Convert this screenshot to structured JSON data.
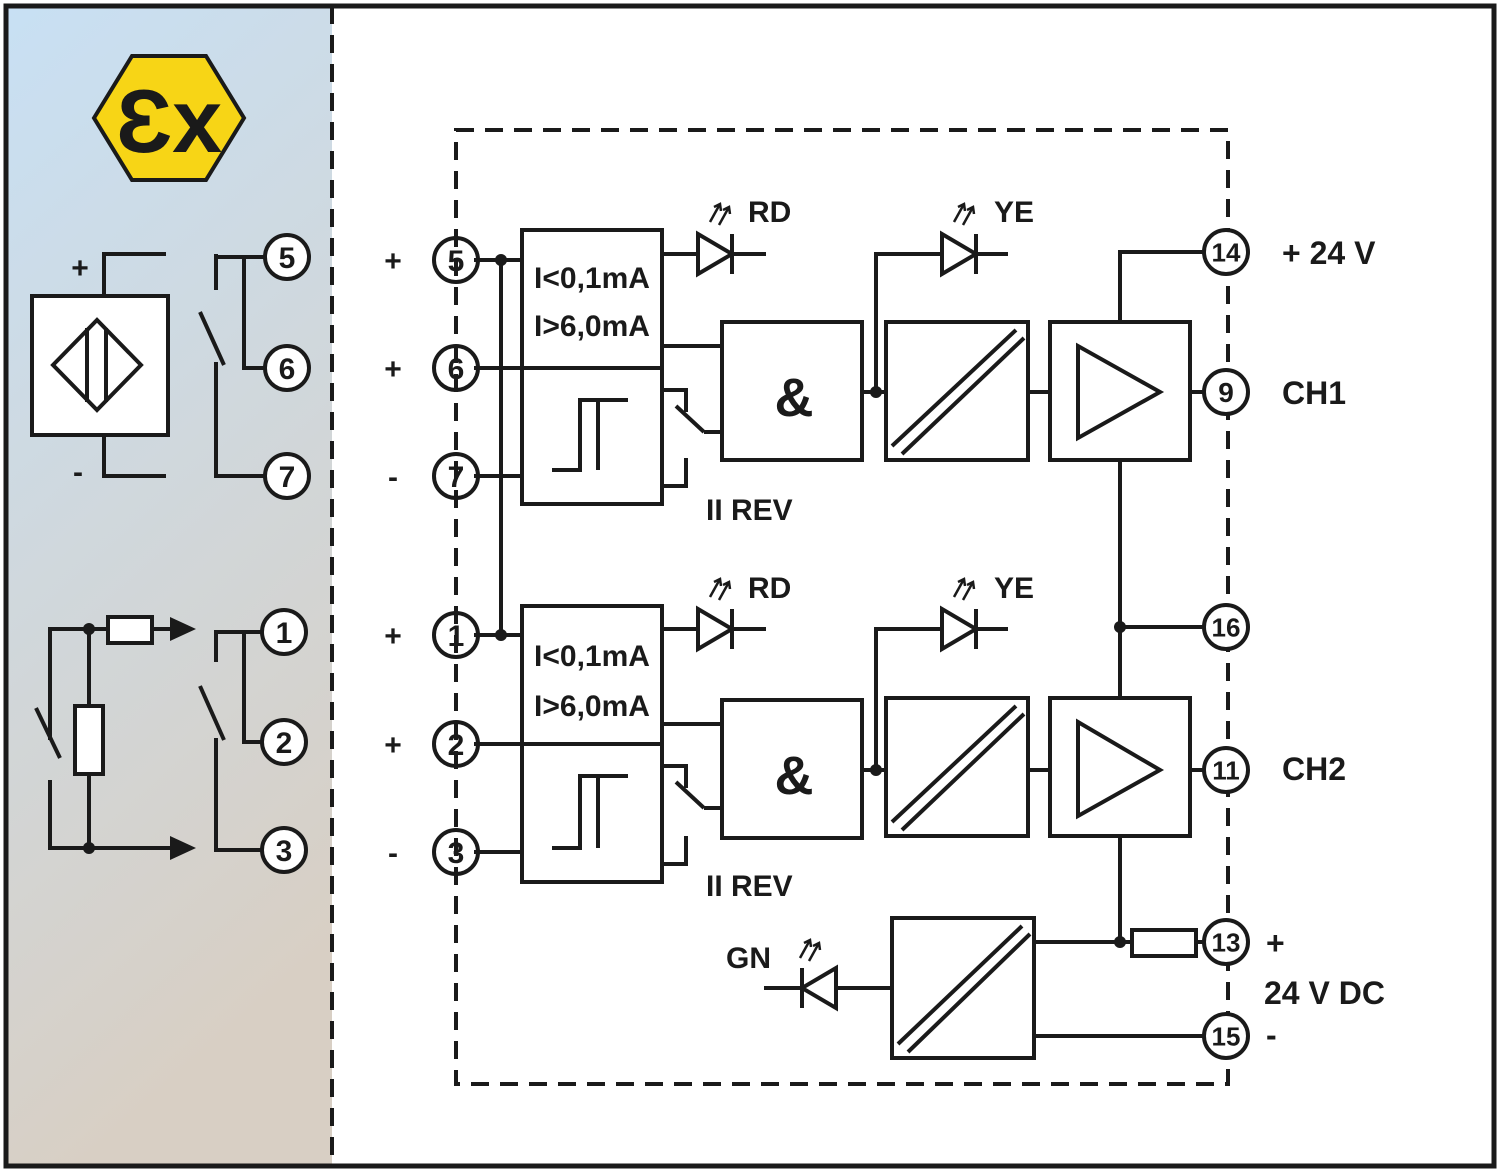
{
  "colors": {
    "hazard_gradient_top": "#c8e0f4",
    "hazard_gradient_bottom": "#d8cfc4",
    "ex_badge_fill": "#f7d516",
    "ink": "#1a1a1a"
  },
  "ex_symbol": "Ɛx",
  "field_side": {
    "sensor_plus": "+",
    "sensor_minus": "-",
    "channel1_terminals": [
      "5",
      "6",
      "7"
    ],
    "channel2_terminals": [
      "1",
      "2",
      "3"
    ]
  },
  "input_side": {
    "ch1": [
      {
        "sign": "+",
        "num": "5"
      },
      {
        "sign": "+",
        "num": "6"
      },
      {
        "sign": "-",
        "num": "7"
      }
    ],
    "ch2": [
      {
        "sign": "+",
        "num": "1"
      },
      {
        "sign": "+",
        "num": "2"
      },
      {
        "sign": "-",
        "num": "3"
      }
    ]
  },
  "channels": [
    {
      "fault_low": "I<0,1mA",
      "fault_high": "I>6,0mA",
      "fault_led": "RD",
      "status_led": "YE",
      "and_symbol": "&",
      "reverse_switch": "II REV",
      "output_terminal": "9",
      "output_label": "CH1"
    },
    {
      "fault_low": "I<0,1mA",
      "fault_high": "I>6,0mA",
      "fault_led": "RD",
      "status_led": "YE",
      "and_symbol": "&",
      "reverse_switch": "II REV",
      "output_terminal": "11",
      "output_label": "CH2"
    }
  ],
  "supply": {
    "v24_terminal": "14",
    "v24_label": "+ 24 V",
    "common_terminal": "16",
    "plus_terminal": "13",
    "plus_sign": "+",
    "dc_label": "24 V DC",
    "minus_terminal": "15",
    "minus_sign": "-",
    "power_led": "GN"
  }
}
